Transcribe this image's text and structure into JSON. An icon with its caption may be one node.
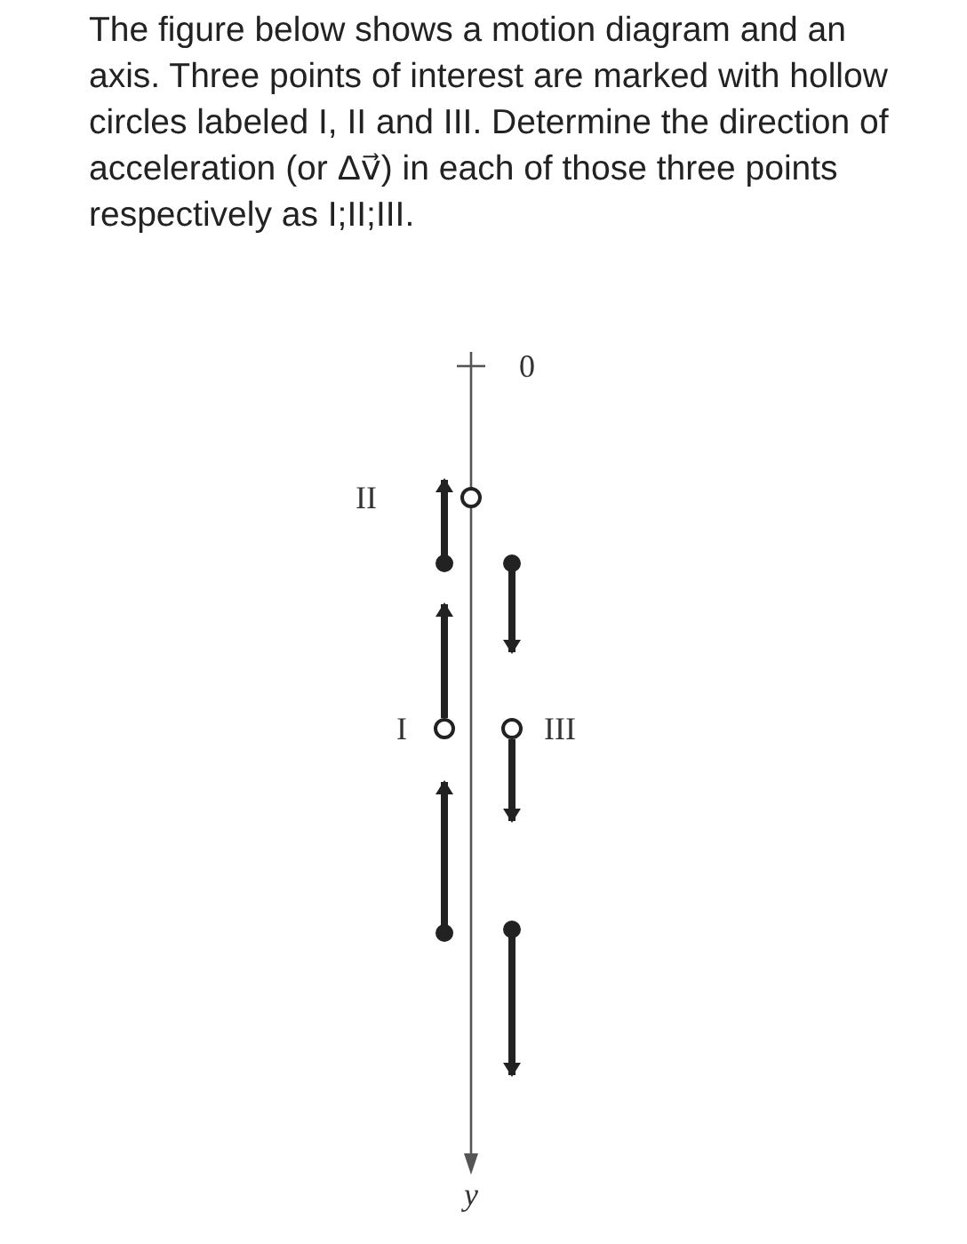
{
  "diagram": {
    "labels": [
      "The figure below shows a motion diagram and an axis. Three points of interest are marked with hollow circles labeled I, II and III. Determine the direction of acceleration (or Δv⃗) in each of those three points respectively as I;II;III.",
      "0",
      "II",
      "I",
      "III",
      "y"
    ]
  }
}
